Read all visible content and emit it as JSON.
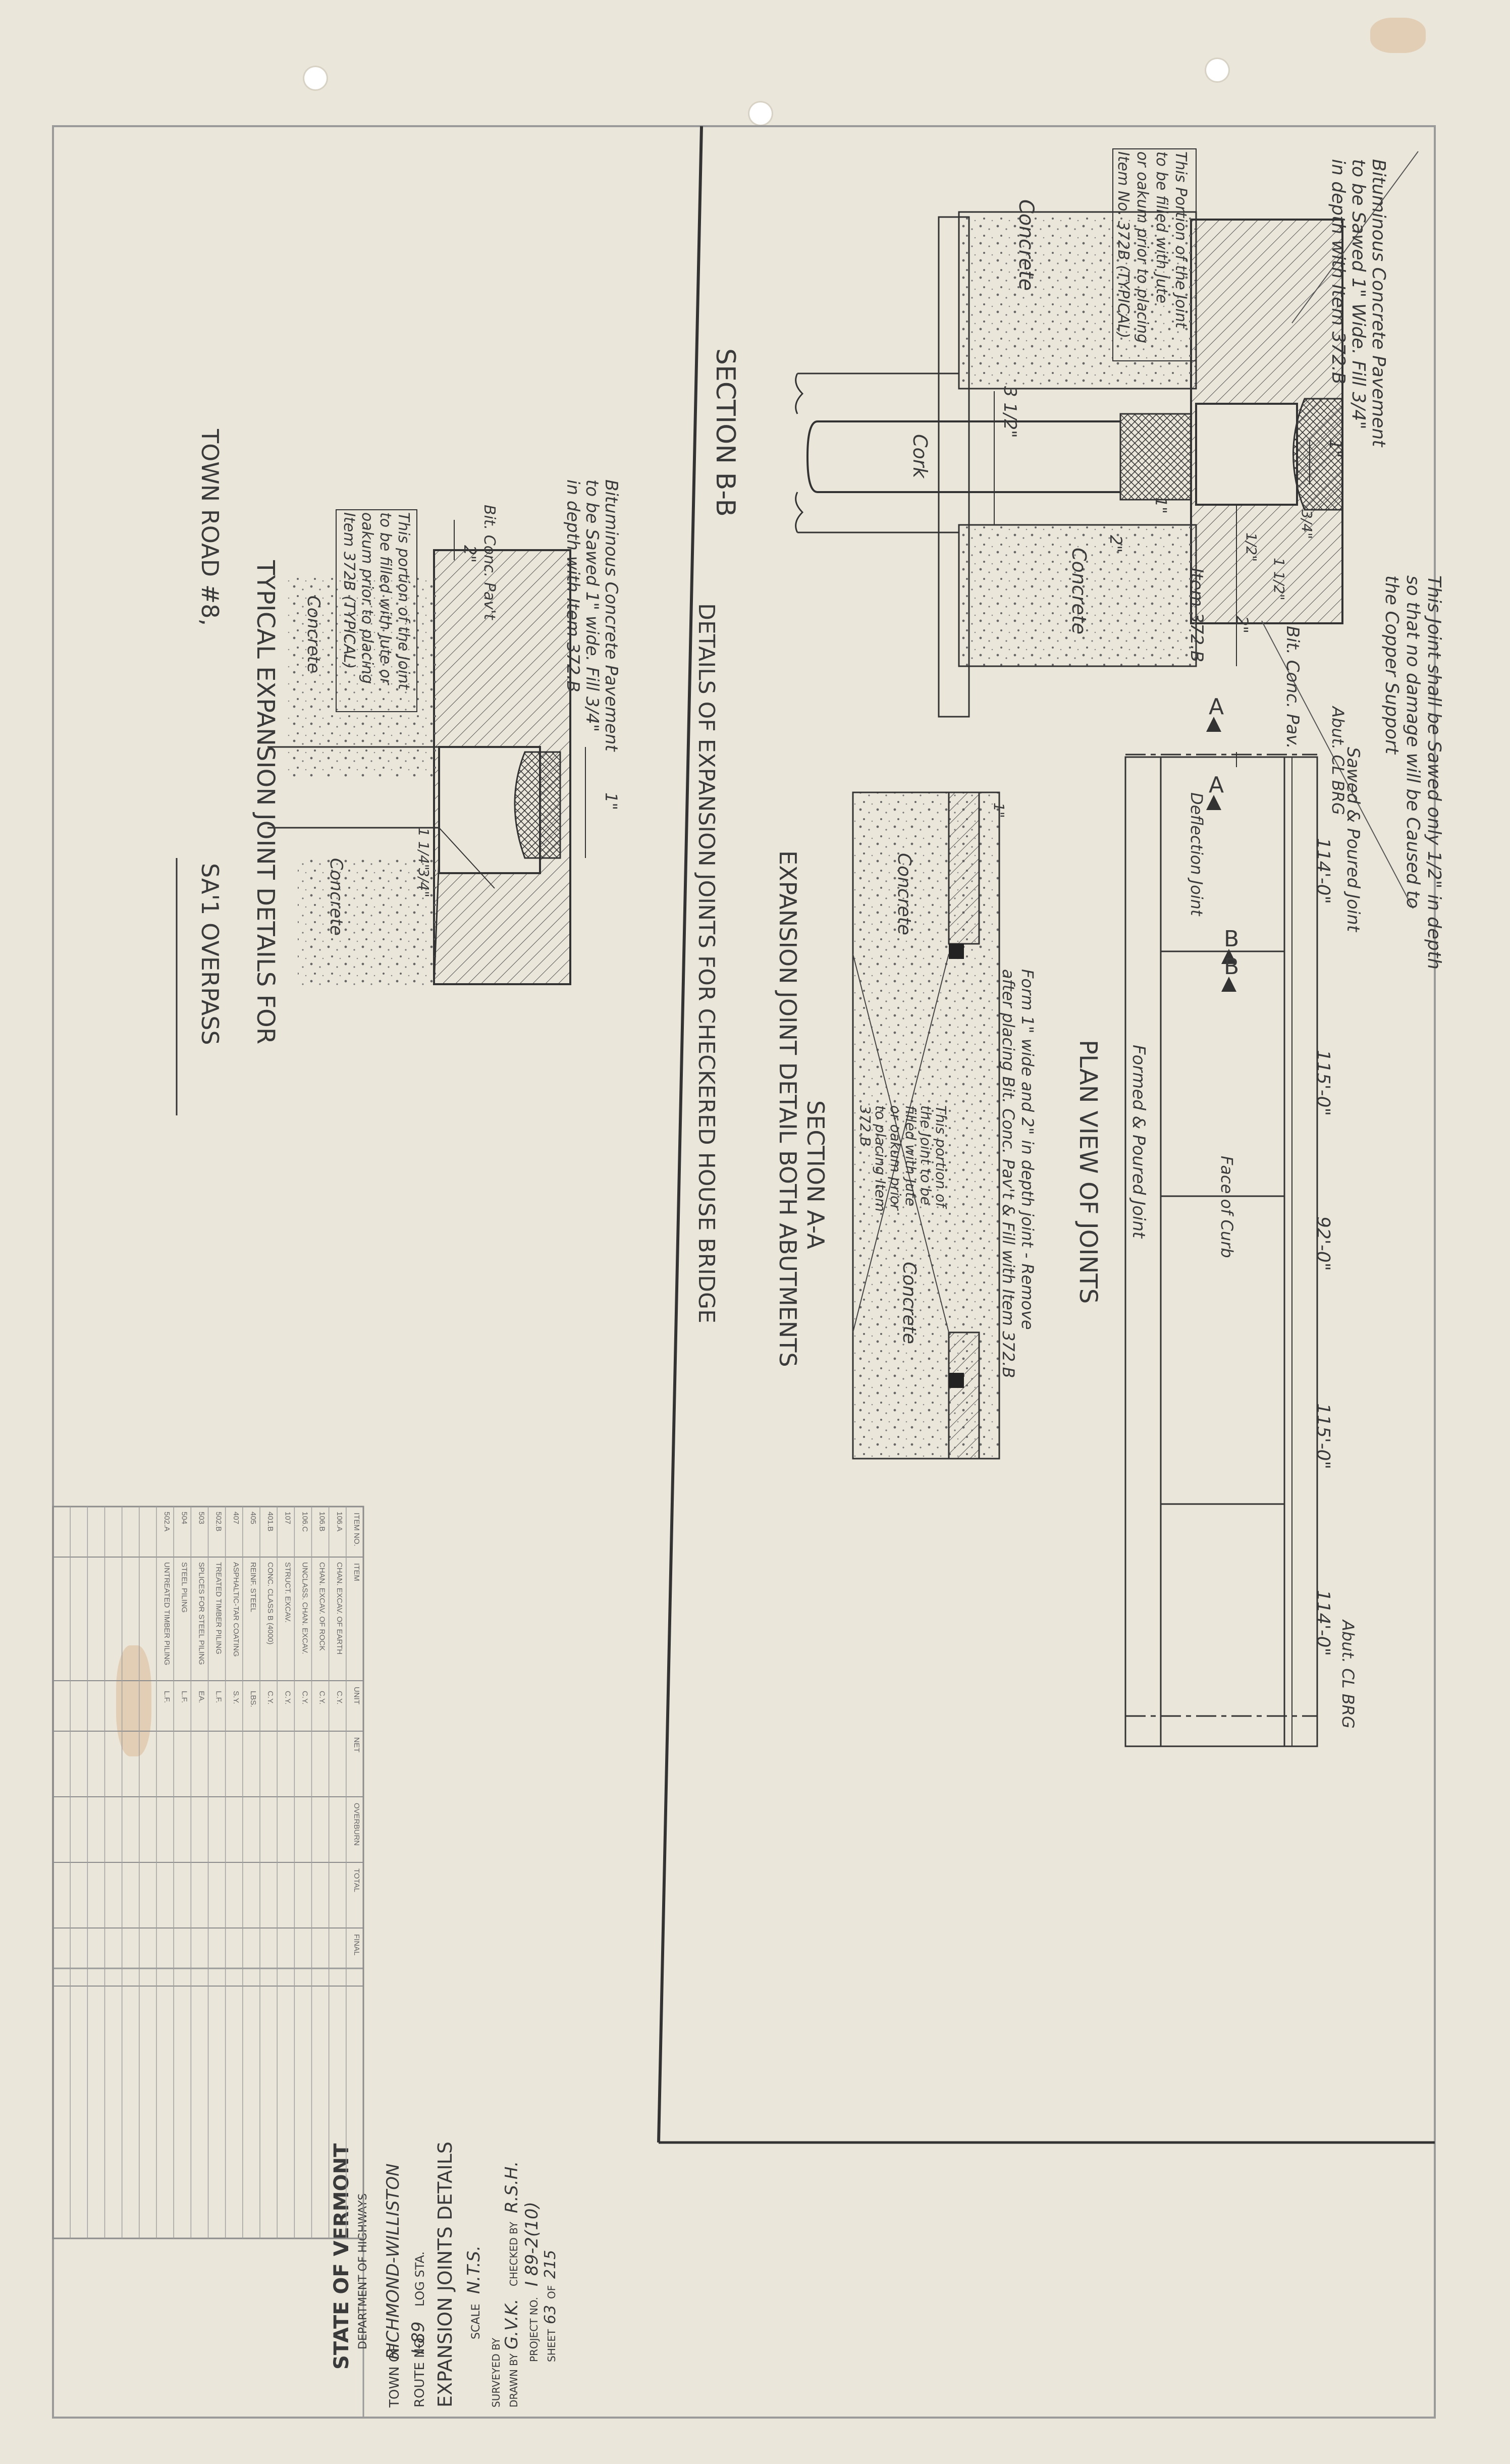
{
  "title_block": {
    "state": "STATE OF VERMONT",
    "department": "DEPARTMENT OF HIGHWAYS",
    "town_label": "TOWN OF",
    "town": "RICHMOND-WILLISTON",
    "route_label": "ROUTE NO.",
    "route": "I-89",
    "log_sta": "LOG STA.",
    "drawing_title": "EXPANSION JOINTS DETAILS",
    "scale_label": "SCALE",
    "scale": "N.T.S.",
    "surveyed_by": "SURVEYED BY",
    "drawn_by_label": "DRAWN BY",
    "drawn_by": "G.V.K.",
    "checked_by_label": "CHECKED BY",
    "checked_by": "R.S.H.",
    "project_label": "PROJECT NO.",
    "project": "I 89-2(10)",
    "sheet_label": "SHEET",
    "sheet": "63",
    "of_label": "OF",
    "total_sheets": "215"
  },
  "items_table": {
    "headers": [
      "ITEM NO.",
      "ITEM",
      "UNIT",
      "NET",
      "OVERBURN",
      "TOTAL",
      "FINAL"
    ],
    "rows": [
      [
        "106.A",
        "CHAN. EXCAV. OF EARTH",
        "C.Y."
      ],
      [
        "106.B",
        "CHAN. EXCAV. OF ROCK",
        "C.Y."
      ],
      [
        "106.C",
        "UNCLASS. CHAN. EXCAV.",
        "C.Y."
      ],
      [
        "107",
        "STRUCT. EXCAV.",
        "C.Y."
      ],
      [
        "401.B",
        "CONC. CLASS B (4000)",
        "C.Y."
      ],
      [
        "405",
        "REINF. STEEL",
        "LBS."
      ],
      [
        "407",
        "ASPHALTIC-TAR COATING",
        "S.Y."
      ],
      [
        "502.B",
        "TREATED TIMBER PILING",
        "L.F."
      ],
      [
        "503",
        "SPLICES FOR STEEL PILING",
        "EA."
      ],
      [
        "504",
        "STEEL PILING",
        "L.F."
      ],
      [
        "502.A",
        "UNTREATED TIMBER PILING",
        "L.F."
      ]
    ]
  },
  "main_title": "DETAILS OF EXPANSION JOINTS FOR CHECKERED HOUSE BRIDGE",
  "section_bb": {
    "title": "SECTION B-B",
    "note_top": [
      "Bituminous Concrete Pavement",
      "to be Sawed 1\" Wide. Fill 3/4\"",
      "in depth with Item 372.B"
    ],
    "note_joint": [
      "This Portion of the Joint",
      "to be filled with Jute",
      "or oakum prior to placing",
      "Item No. 372B (TYPICAL)"
    ],
    "note_saw": [
      "This Joint shall be Sawed only 1/2\" in depth",
      "so that no damage will be Caused to",
      "the Copper Support"
    ],
    "dim_3half": "3 1/2\"",
    "dim_1": "1\"",
    "dim_1b": "1\"",
    "dim_2": "2\"",
    "dim_2b": "2\"",
    "dim_half": "1/2\"",
    "dim_3q": "3/4\"",
    "dim_1half": "1 1/2\"",
    "cork": "Cork",
    "concrete": "Concrete",
    "item": "Item 372.B",
    "bit_conc": "Bit. Conc. Pav."
  },
  "plan_view": {
    "title": "PLAN VIEW OF JOINTS",
    "abut_brg": "Abut. CL BRG",
    "sawed_poured": "Sawed & Poured Joint",
    "deflection": "Deflection Joint",
    "face_curb": "Face of Curb",
    "formed_poured": "Formed & Poured Joint",
    "spans": [
      "114'-0\"",
      "115'-0\"",
      "92'-0\"",
      "115'-0\"",
      "114'-0\""
    ],
    "sec_a": "A",
    "sec_b": "B"
  },
  "section_aa": {
    "title": "SECTION A-A",
    "subtitle": "EXPANSION JOINT DETAIL BOTH ABUTMENTS",
    "note_form": [
      "Form 1\" wide and 2\" in depth joint - Remove",
      "after placing Bit. Conc. Pav't & Fill with Item 372.B"
    ],
    "note_fill": [
      "This portion of",
      "the Joint to be",
      "filled with Jute",
      "or oakum prior",
      "to placing Item",
      "372.B"
    ],
    "dim": "1\"",
    "concrete": "Concrete"
  },
  "town_road": {
    "title": "TYPICAL EXPANSION JOINT DETAILS FOR",
    "subtitle_a": "TOWN ROAD #8,",
    "subtitle_b": "SA'1 OVERPASS",
    "note_top": [
      "Bituminous Concrete Pavement",
      "to be Sawed 1\" wide. Fill 3/4\"",
      "in depth with Item 372.B"
    ],
    "note_fill": [
      "This portion of the Joint",
      "to be filled with Jute or",
      "oakum prior to placing",
      "Item 372B (TYPICAL)"
    ],
    "bit_conc": "Bit. Conc. Pav't",
    "dim_2": "2\"",
    "dim_1": "1\"",
    "dim_1q": "1 1/4\"",
    "dim_3q": "3/4\"",
    "concrete": "Concrete"
  },
  "colors": {
    "paper": "#ebe6da",
    "ink": "#3a3a3a",
    "grid": "#8c8c8c"
  }
}
